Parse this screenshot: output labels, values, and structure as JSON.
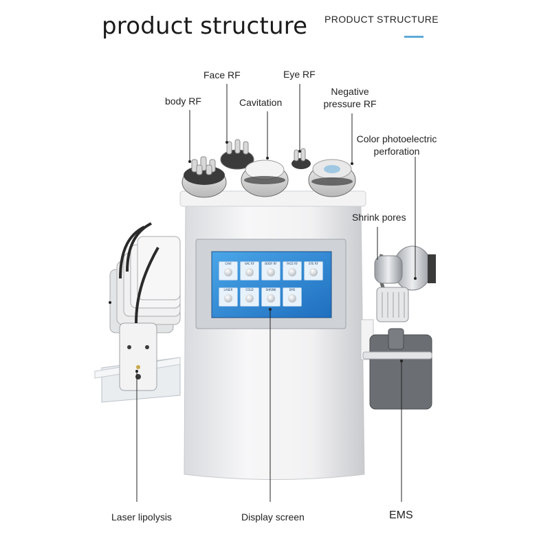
{
  "header": {
    "title": "product structure",
    "subtitle": "PRODUCT STRUCTURE",
    "accent_color": "#5ea9d6"
  },
  "labels": {
    "body_rf": "body RF",
    "face_rf": "Face RF",
    "cavitation": "Cavitation",
    "eye_rf": "Eye RF",
    "negative_pressure_rf_line1": "Negative",
    "negative_pressure_rf_line2": "pressure RF",
    "color_photoelectric_line1": "Color photoelectric",
    "color_photoelectric_line2": "perforation",
    "shrink_pores": "Shrink pores",
    "laser_lipolysis": "Laser lipolysis",
    "display_screen": "Display screen",
    "ems": "EMS"
  },
  "screen": {
    "background_color": "#2f8fd8",
    "tiles": [
      "CAVI",
      "VAC RF",
      "BODY RF",
      "FACE RF",
      "EYE RF",
      "LASER",
      "COLD",
      "SHRINK",
      "EMS"
    ]
  },
  "icons": {
    "device": "beauty-machine-illustration"
  }
}
